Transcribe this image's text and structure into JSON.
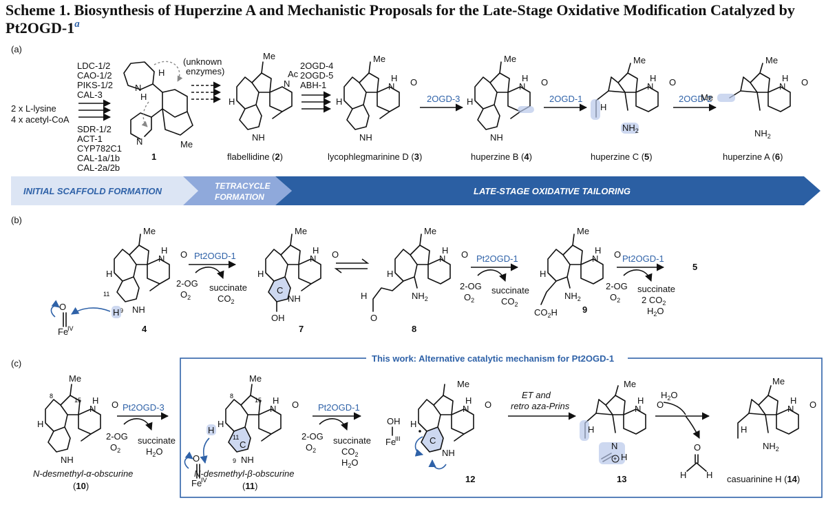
{
  "title": {
    "line1": "Scheme 1. Biosynthesis of Huperzine A and Mechanistic Proposals for the Late-Stage Oxidative Modification Catalyzed by",
    "line2": "Pt2OGD-1",
    "footnote": "a"
  },
  "panel_a": {
    "label": "(a)",
    "start": [
      "2 x L-lysine",
      "4 x acetyl-CoA"
    ],
    "enzymes_top": [
      "LDC-1/2",
      "CAO-1/2",
      "PIKS-1/2",
      "CAL-3"
    ],
    "enzymes_bottom": [
      "SDR-1/2",
      "ACT-1",
      "CYP782C1",
      "CAL-1a/1b",
      "CAL-2a/2b"
    ],
    "unknown": [
      "(unknown",
      "enzymes)"
    ],
    "enzymes_3": [
      "2OGD-4",
      "2OGD-5",
      "ABH-1"
    ],
    "step_4": "2OGD-3",
    "step_5": "2OGD-1",
    "step_6": "2OGD-2",
    "compounds": [
      {
        "name": "",
        "num": "1"
      },
      {
        "name": "flabellidine (",
        "num": "2",
        "close": ")"
      },
      {
        "name": "lycophlegmarinine D (",
        "num": "3",
        "close": ")"
      },
      {
        "name": "huperzine B (",
        "num": "4",
        "close": ")"
      },
      {
        "name": "huperzine C (",
        "num": "5",
        "close": ")"
      },
      {
        "name": "huperzine A (",
        "num": "6",
        "close": ")"
      }
    ],
    "stages": [
      "INITIAL SCAFFOLD FORMATION",
      "TETRACYCLE",
      "FORMATION",
      "LATE-STAGE OXIDATIVE TAILORING"
    ]
  },
  "panel_b": {
    "label": "(b)",
    "enzyme": "Pt2OGD-1",
    "cosub": [
      "2-OG",
      "O",
      "2"
    ],
    "prod_1": [
      "succinate",
      "CO",
      "2"
    ],
    "prod_3": [
      "succinate",
      "2 CO",
      "2",
      "H",
      "2",
      "O"
    ],
    "iron": "Fe",
    "iron_ox": "IV",
    "ring": "C",
    "compounds": [
      "4",
      "7",
      "8",
      "9",
      "5"
    ]
  },
  "panel_c": {
    "label": "(c)",
    "box_title": "This work: Alternative catalytic mechanism for Pt2OGD-1",
    "enzyme_1": "Pt2OGD-3",
    "enzyme_2": "Pt2OGD-1",
    "prod_1": [
      "succinate",
      "H",
      "2",
      "O"
    ],
    "prod_2": [
      "succinate",
      "CO",
      "2",
      "H",
      "2",
      "O"
    ],
    "et_step": [
      "ET and",
      "retro aza-Prins"
    ],
    "iron3": "III",
    "cmp10": [
      "N-desmethyl-α-obscurine",
      "10"
    ],
    "cmp11": [
      "N-desmethyl-β-obscurine",
      "11"
    ],
    "cmp12": "12",
    "cmp13": "13",
    "cmp14": [
      "casuarinine H (",
      "14",
      ")"
    ]
  }
}
